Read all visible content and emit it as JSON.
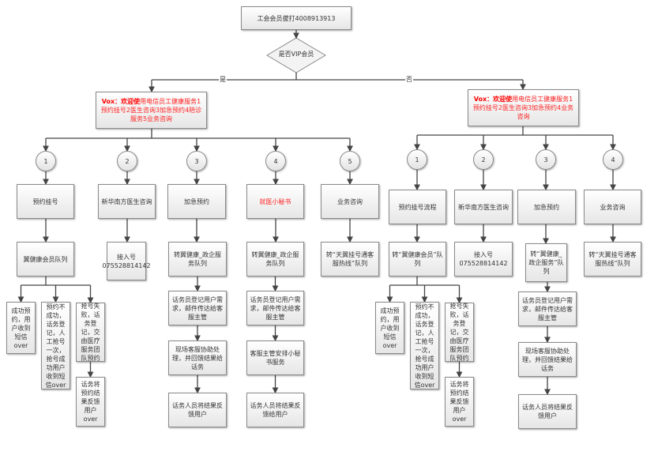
{
  "colors": {
    "highlight": "#ff2020",
    "line": "#444444",
    "box_border": "#8a8a8a"
  },
  "title": "工会会员拔打4008913913",
  "decision": "是否VIP会员",
  "branch_yes": "是",
  "branch_no": "否",
  "vip": {
    "menu_prefix": "Vox：欢迎使",
    "menu_text": "用电信员工健康服务1预约挂号2医生咨询3加急预约4陪诊服务5业务咨询",
    "options": [
      {
        "num": "1",
        "label": "预约挂号",
        "next": "翼健康会员队列"
      },
      {
        "num": "2",
        "label": "新华南方医生咨询",
        "next": "接入号075528814142"
      },
      {
        "num": "3",
        "label": "加急预约",
        "next": "转翼健康_政企服务队列"
      },
      {
        "num": "4",
        "label": "就医小秘书",
        "next": "转翼健康_政企服务队列"
      },
      {
        "num": "5",
        "label": "业务咨询",
        "next": "转“天翼挂号通客服热线”队列"
      }
    ],
    "booking_outcomes": [
      "成功预约，用户收到短信over",
      "预约不成功，话务登记，人工抢号一次，抢号成功用户收到短信over",
      "抢号失败，话务登记，交由医疗服务团队预约",
      "话务将预约结果反馈用户over"
    ],
    "urgent_steps": [
      "话务员登记用户需求，邮件传达给客服主管",
      "现场客服协助处理，并回馈结果给话务",
      "话务人员将结果反馈用户"
    ],
    "secretary_steps": [
      "话务员登记用户需求，邮件传达给客服主管",
      "客服主管安排小秘书服务",
      "话务人员将结果反馈给用户"
    ]
  },
  "nonvip": {
    "menu_prefix": "Vox：欢迎使",
    "menu_text": "用电信员工健康服务1预约挂号2医生咨询3加急预约4业务咨询",
    "options": [
      {
        "num": "1",
        "label": "预约挂号流程",
        "next": "转“翼健康会员”队列"
      },
      {
        "num": "2",
        "label": "新华南方医生咨询",
        "next": "接入号075528814142"
      },
      {
        "num": "3",
        "label": "加急预约",
        "next": "转“翼健康_政企服务”队列"
      },
      {
        "num": "4",
        "label": "业务咨询",
        "next": "转“天翼挂号通客服热线”队列"
      }
    ],
    "booking_outcomes": [
      "成功预约，用户收到短信over",
      "预约不成功，话务登记，人工抢号一次，抢号成功用户收到短信over",
      "抢号失败，话务登记，交由医疗服务团队预约",
      "话务将预约结果反馈用户over"
    ],
    "urgent_steps": [
      "话务员登记用户需求，邮件传达给客服主管",
      "现场客服协助处理，并回馈结果给话务",
      "话务人员将结果反馈用户"
    ]
  }
}
